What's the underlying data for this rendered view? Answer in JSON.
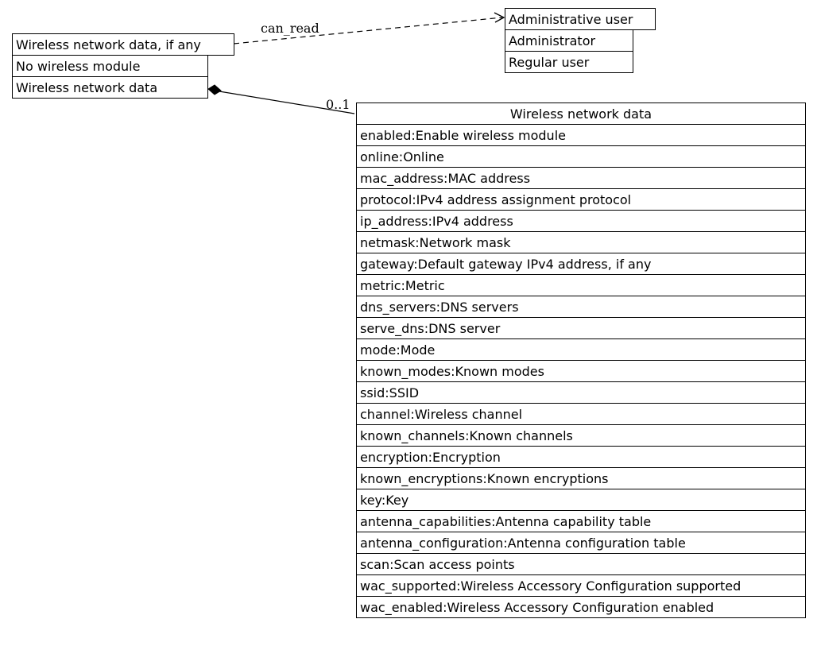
{
  "union": {
    "title": "Wireless network data, if any",
    "variants": [
      "No wireless module",
      "Wireless network data"
    ]
  },
  "roles": {
    "title": "Administrative user",
    "variants": [
      "Administrator",
      "Regular user"
    ]
  },
  "entity": {
    "title": "Wireless network data",
    "fields": [
      "enabled:Enable wireless module",
      "online:Online",
      "mac_address:MAC address",
      "protocol:IPv4 address assignment protocol",
      "ip_address:IPv4 address",
      "netmask:Network mask",
      "gateway:Default gateway IPv4 address, if any",
      "metric:Metric",
      "dns_servers:DNS servers",
      "serve_dns:DNS server",
      "mode:Mode",
      "known_modes:Known modes",
      "ssid:SSID",
      "channel:Wireless channel",
      "known_channels:Known channels",
      "encryption:Encryption",
      "known_encryptions:Known encryptions",
      "key:Key",
      "antenna_capabilities:Antenna capability table",
      "antenna_configuration:Antenna configuration table",
      "scan:Scan access points",
      "wac_supported:Wireless Accessory Configuration supported",
      "wac_enabled:Wireless Accessory Configuration enabled"
    ]
  },
  "edges": {
    "access_label": "can_read",
    "composition_multiplicity": "0..1"
  }
}
